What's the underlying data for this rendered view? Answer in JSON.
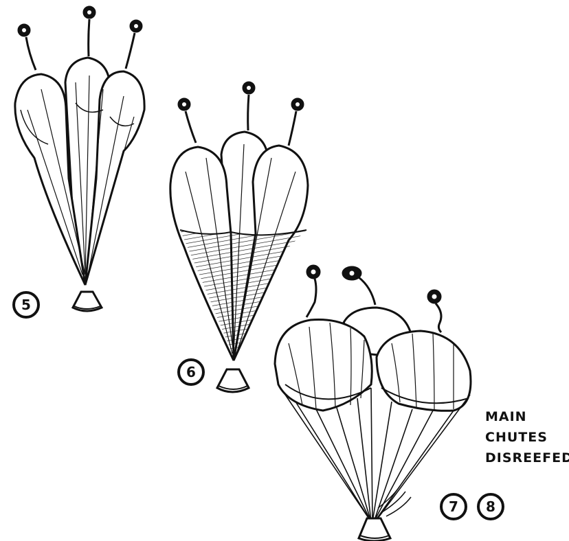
{
  "stages": [
    {
      "label": "5"
    },
    {
      "label": "6"
    },
    {
      "label": "7"
    },
    {
      "label": "8"
    }
  ],
  "caption": {
    "line1": "MAIN",
    "line2": "CHUTES",
    "line3": "DISREEFED"
  },
  "colors": {
    "ink": "#111111",
    "paper": "#ffffff"
  }
}
